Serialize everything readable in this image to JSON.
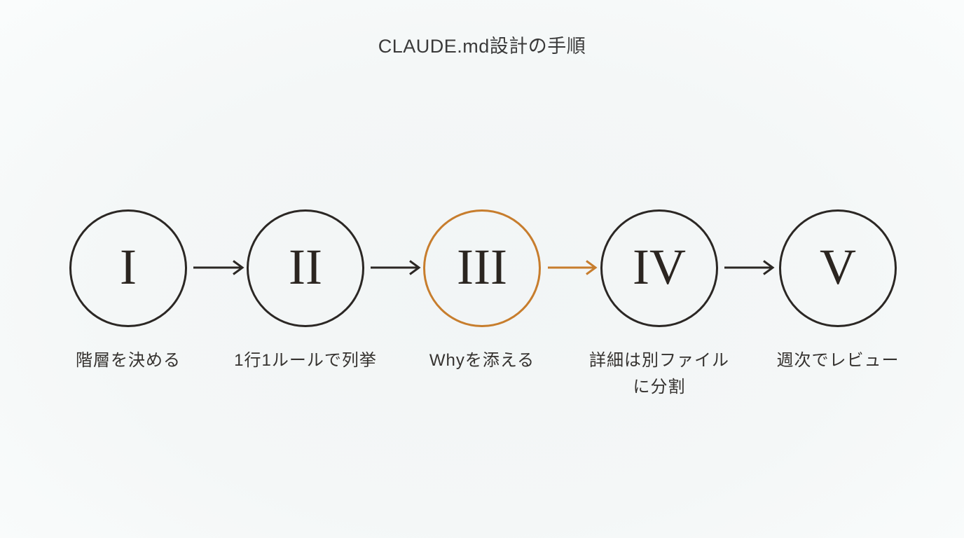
{
  "title": "CLAUDE.md設計の手順",
  "colors": {
    "accent": "#c77d2d",
    "ink": "#2b2724",
    "text": "#3a3a3a",
    "background": "#f4f7f7"
  },
  "steps": [
    {
      "numeral": "I",
      "label": "階層を決める",
      "highlighted": false
    },
    {
      "numeral": "II",
      "label": "1行1ルールで列挙",
      "highlighted": false
    },
    {
      "numeral": "III",
      "label": "Whyを添える",
      "highlighted": true
    },
    {
      "numeral": "IV",
      "label": "詳細は別ファイルに分割",
      "highlighted": false
    },
    {
      "numeral": "V",
      "label": "週次でレビュー",
      "highlighted": false
    }
  ],
  "arrows": [
    {
      "from": "I",
      "to": "II",
      "highlighted": false
    },
    {
      "from": "II",
      "to": "III",
      "highlighted": false
    },
    {
      "from": "III",
      "to": "IV",
      "highlighted": true
    },
    {
      "from": "IV",
      "to": "V",
      "highlighted": false
    }
  ]
}
